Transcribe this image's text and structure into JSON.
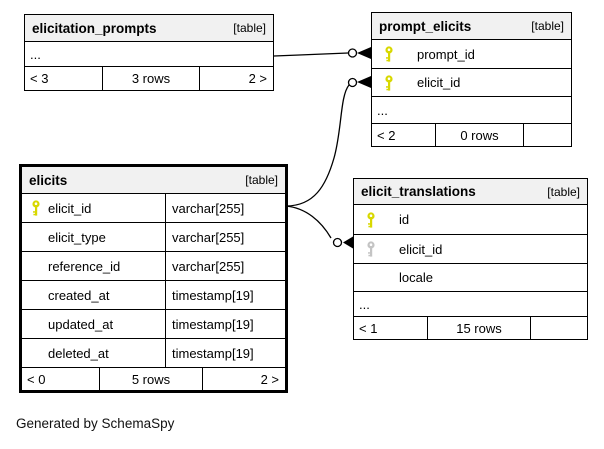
{
  "credit": "Generated by SchemaSpy",
  "colors": {
    "primary_key": "#d8d800",
    "foreign_key": "#c4c4c4",
    "header_bg": "#f1f1f1",
    "line": "#000000"
  },
  "tables": {
    "elicitation_prompts": {
      "name": "elicitation_prompts",
      "type_label": "[table]",
      "dots": "...",
      "pager": {
        "left": "< 3",
        "center": "3 rows",
        "right": "2 >"
      }
    },
    "prompt_elicits": {
      "name": "prompt_elicits",
      "type_label": "[table]",
      "rows": [
        {
          "name": "prompt_id",
          "key": "primary"
        },
        {
          "name": "elicit_id",
          "key": "primary"
        }
      ],
      "dots": "...",
      "pager": {
        "left": "< 2",
        "center": "0 rows",
        "right": ""
      }
    },
    "elicits": {
      "name": "elicits",
      "type_label": "[table]",
      "columns": [
        {
          "name": "elicit_id",
          "type": "varchar[255]",
          "key": "primary"
        },
        {
          "name": "elicit_type",
          "type": "varchar[255]",
          "key": "none"
        },
        {
          "name": "reference_id",
          "type": "varchar[255]",
          "key": "none"
        },
        {
          "name": "created_at",
          "type": "timestamp[19]",
          "key": "none"
        },
        {
          "name": "updated_at",
          "type": "timestamp[19]",
          "key": "none"
        },
        {
          "name": "deleted_at",
          "type": "timestamp[19]",
          "key": "none"
        }
      ],
      "pager": {
        "left": "< 0",
        "center": "5 rows",
        "right": "2 >"
      }
    },
    "elicit_translations": {
      "name": "elicit_translations",
      "type_label": "[table]",
      "rows": [
        {
          "name": "id",
          "key": "primary"
        },
        {
          "name": "elicit_id",
          "key": "foreign"
        },
        {
          "name": "locale",
          "key": "none"
        }
      ],
      "dots": "...",
      "pager": {
        "left": "< 1",
        "center": "15 rows",
        "right": ""
      }
    }
  },
  "relationships": [
    {
      "from": "elicitation_prompts",
      "to": "prompt_elicits.prompt_id"
    },
    {
      "from": "elicits.elicit_id",
      "to": "prompt_elicits.elicit_id"
    },
    {
      "from": "elicits.elicit_id",
      "to": "elicit_translations.elicit_id"
    }
  ]
}
